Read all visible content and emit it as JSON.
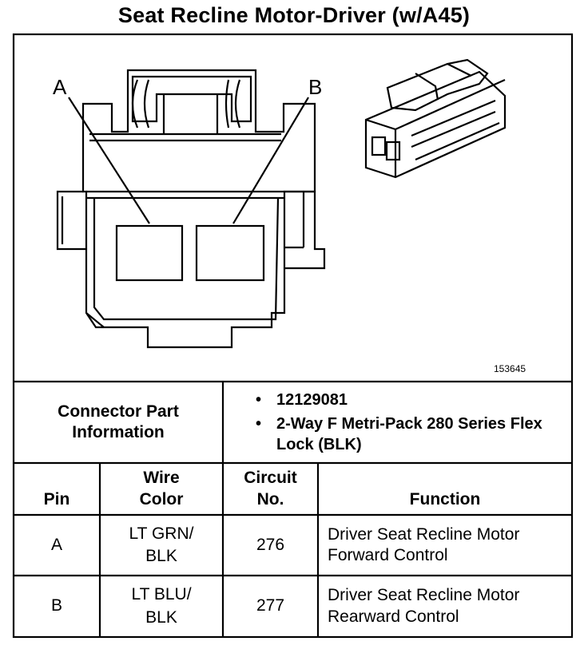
{
  "title": "Seat Recline Motor-Driver (w/A45)",
  "diagram": {
    "pin_labels": [
      "A",
      "B"
    ],
    "reference_number": "153645"
  },
  "connector_info": {
    "label": "Connector Part Information",
    "items": [
      "12129081",
      "2-Way F Metri-Pack 280 Series Flex Lock (BLK)"
    ]
  },
  "table": {
    "headers": [
      "Pin",
      "Wire Color",
      "Circuit No.",
      "Function"
    ],
    "rows": [
      {
        "pin": "A",
        "wire_color": "LT GRN/ BLK",
        "circuit": "276",
        "function": "Driver Seat Recline Motor Forward Control"
      },
      {
        "pin": "B",
        "wire_color": "LT BLU/ BLK",
        "circuit": "277",
        "function": "Driver Seat Recline Motor Rearward Control"
      }
    ]
  }
}
